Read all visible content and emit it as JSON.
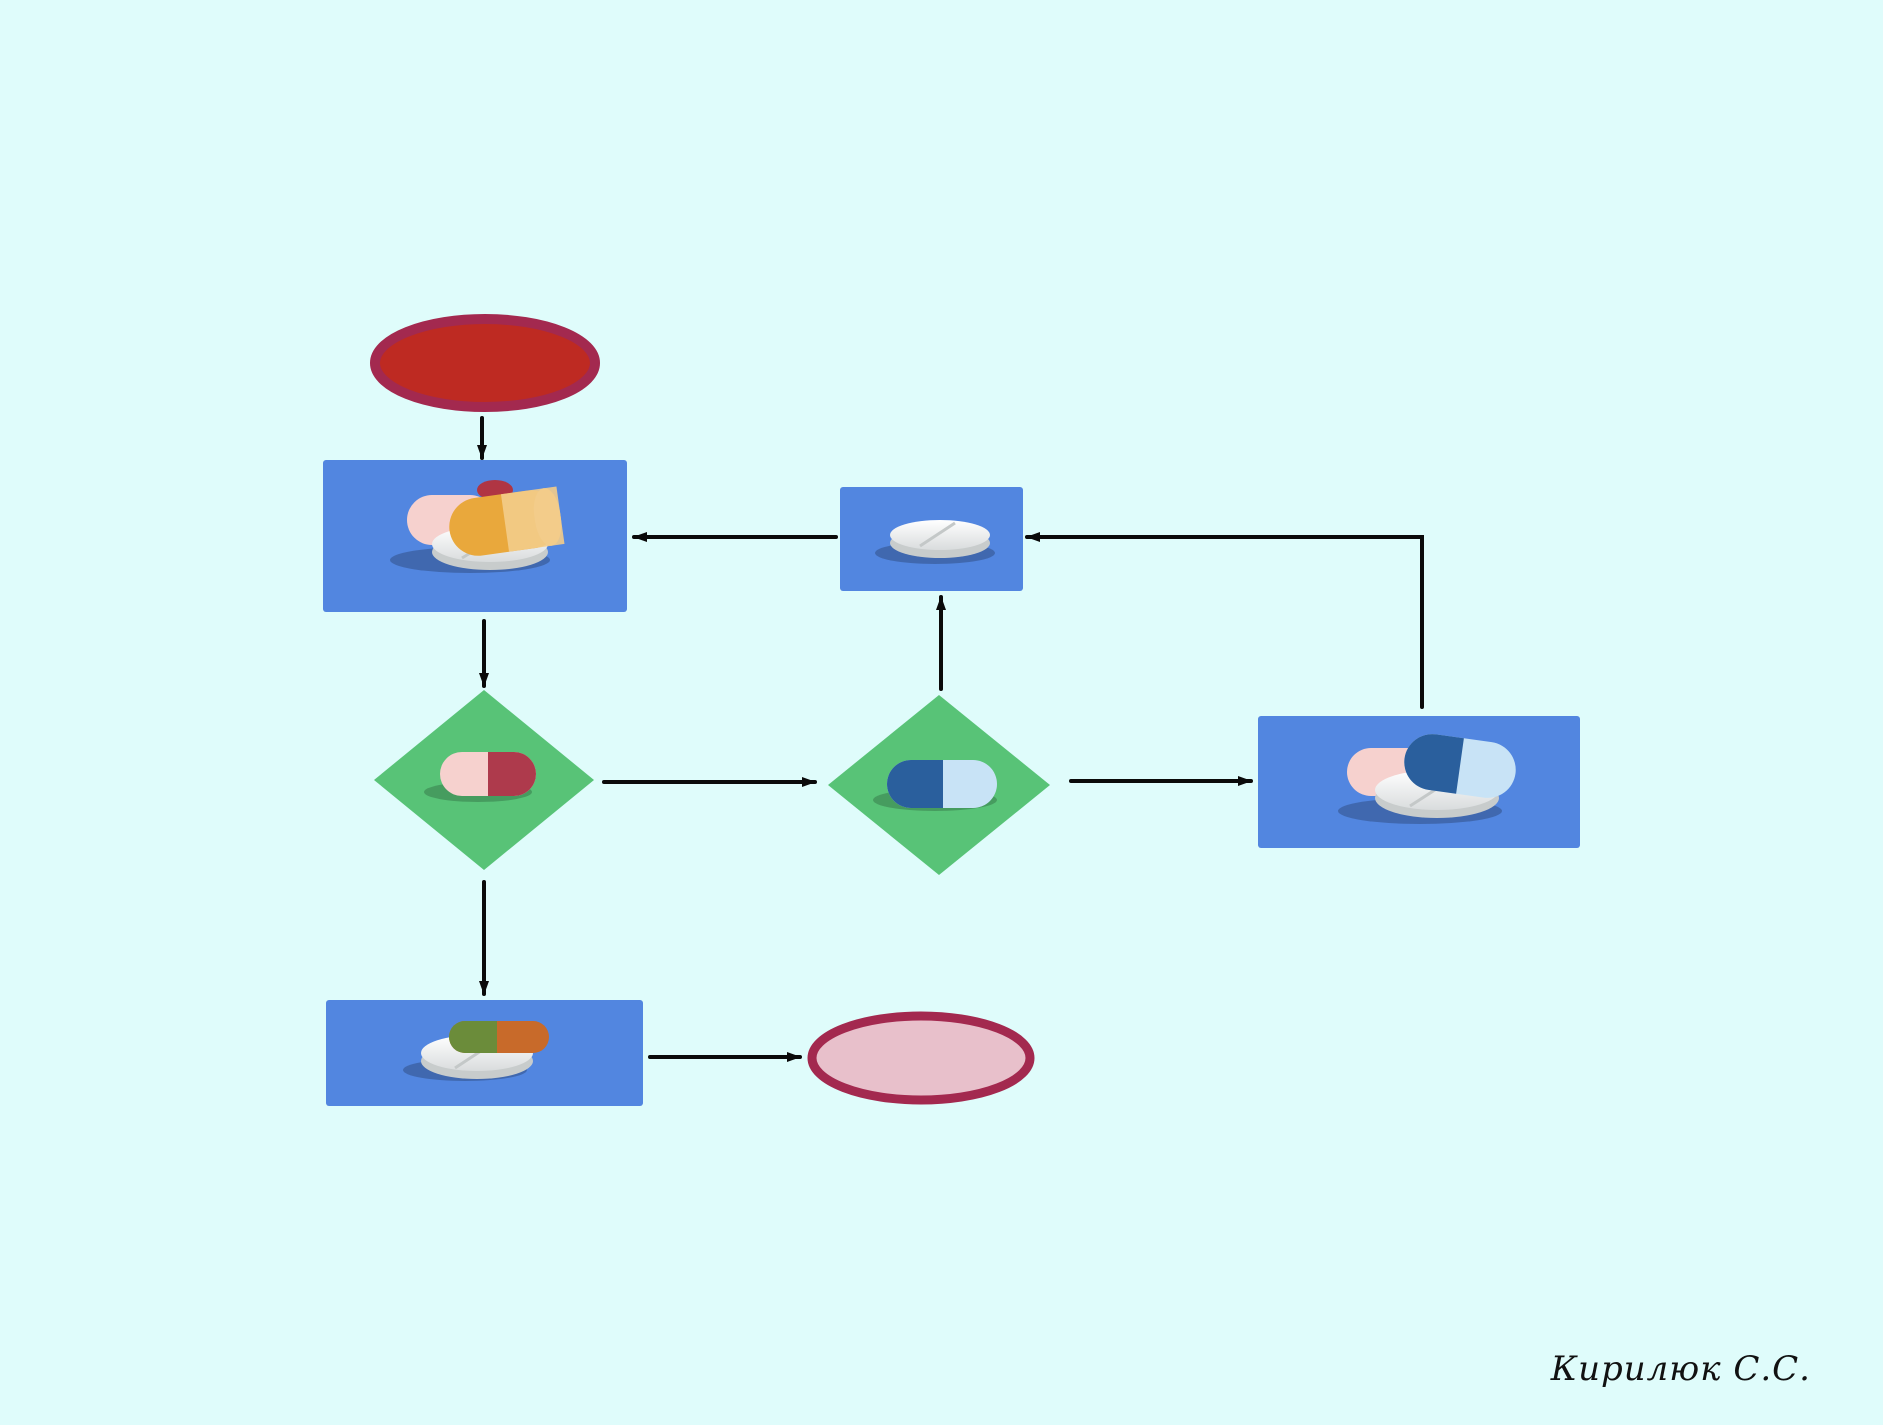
{
  "diagram": {
    "type": "flowchart",
    "background": "#dffcfb",
    "colors": {
      "process_fill": "#5286e0",
      "decision_fill": "#58c377",
      "start_fill": "#be2a22",
      "start_stroke": "#a3294f",
      "end_fill": "#e8c0cb",
      "end_stroke": "#a3294f",
      "arrow": "#0a0a0a"
    },
    "nodes": [
      {
        "id": "start",
        "shape": "ellipse",
        "icon": "red-oval-start",
        "text": ""
      },
      {
        "id": "p1",
        "shape": "rectangle",
        "icon": "mixed-pills-yellow-capsule-icon",
        "text": ""
      },
      {
        "id": "d1",
        "shape": "diamond",
        "icon": "pink-red-capsule-icon",
        "text": ""
      },
      {
        "id": "d2",
        "shape": "diamond",
        "icon": "blue-capsule-icon",
        "text": ""
      },
      {
        "id": "p2",
        "shape": "rectangle",
        "icon": "white-tablet-icon",
        "text": ""
      },
      {
        "id": "p3",
        "shape": "rectangle",
        "icon": "mixed-pills-blue-capsule-icon",
        "text": ""
      },
      {
        "id": "p4",
        "shape": "rectangle",
        "icon": "green-orange-capsule-tablet-icon",
        "text": ""
      },
      {
        "id": "end",
        "shape": "ellipse",
        "icon": "pink-oval-end",
        "text": ""
      }
    ],
    "edges": [
      {
        "from": "start",
        "to": "p1"
      },
      {
        "from": "p1",
        "to": "d1"
      },
      {
        "from": "d1",
        "to": "d2"
      },
      {
        "from": "d1",
        "to": "p4"
      },
      {
        "from": "d2",
        "to": "p2"
      },
      {
        "from": "d2",
        "to": "p3"
      },
      {
        "from": "p2",
        "to": "p1"
      },
      {
        "from": "p3",
        "to": "p2"
      },
      {
        "from": "p4",
        "to": "end"
      }
    ]
  },
  "signature": "Кирилюк С.С."
}
